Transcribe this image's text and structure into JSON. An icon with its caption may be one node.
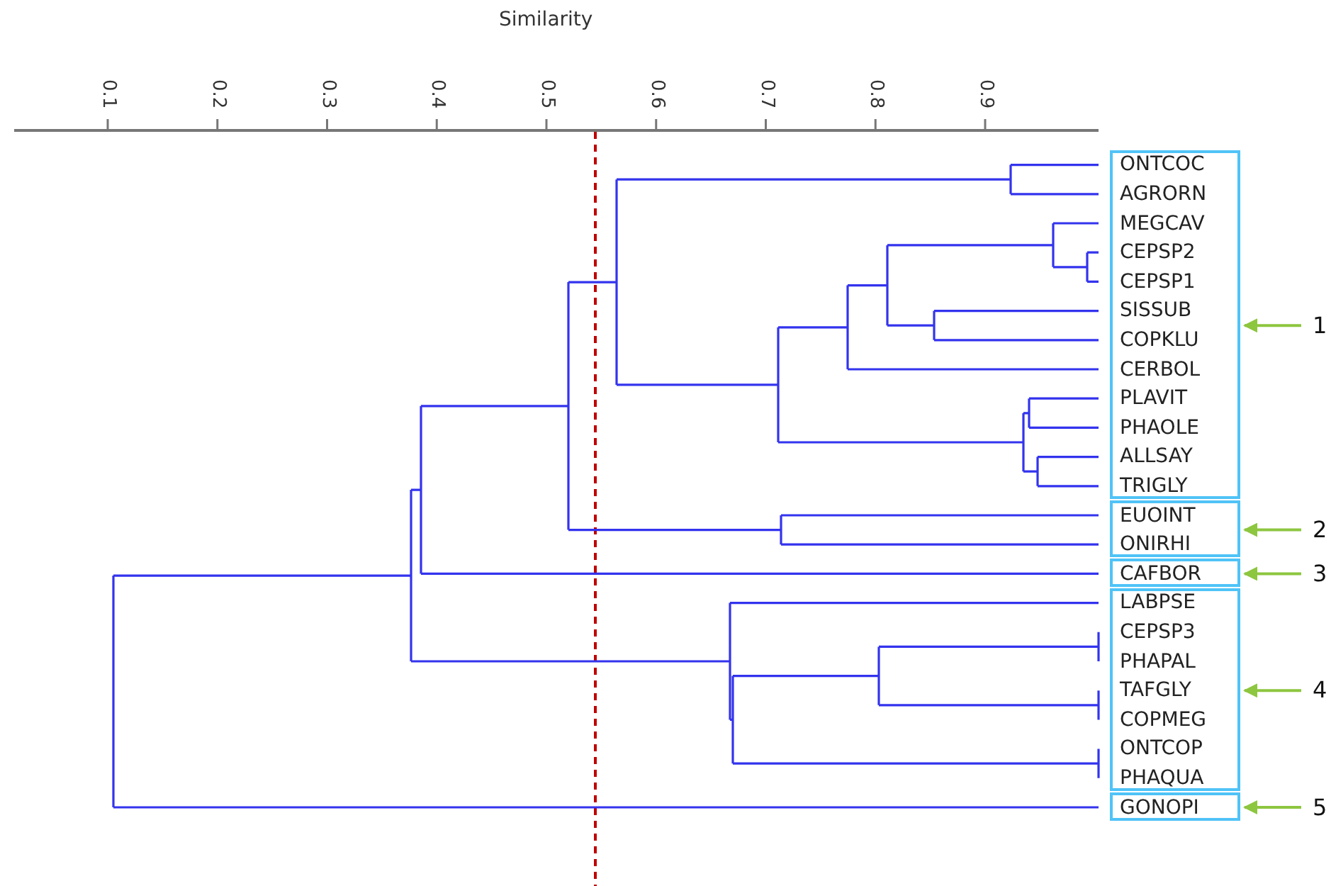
{
  "diagram": {
    "nodes": [
      {
        "text": [],
        "shape": "box"
      },
      {
        "text": [
          "ONTCOC"
        ],
        "in": 0
      },
      {
        "text": [
          "AGRORN"
        ],
        "in": 0
      },
      {
        "text": [
          "MEGCAV"
        ],
        "in": 0
      },
      {
        "text": [
          "CEPSP2"
        ],
        "in": 0
      },
      {
        "text": [
          "CEPSP1"
        ],
        "in": 0
      },
      {
        "text": [
          "SISSUB"
        ],
        "in": 0
      },
      {
        "text": [
          "COPKLU"
        ],
        "in": 0
      },
      {
        "text": [
          "CERBOL"
        ],
        "in": 0
      },
      {
        "text": [
          "PLAVIT"
        ],
        "in": 0
      },
      {
        "text": [
          "PHAOLE"
        ],
        "in": 0
      },
      {
        "text": [
          "ALLSAY"
        ],
        "in": 0
      },
      {
        "text": [
          "TRIGLY"
        ],
        "in": 0
      },
      {
        "text": [],
        "shape": "box"
      },
      {
        "text": [
          "EUOINT"
        ],
        "in": 13
      },
      {
        "text": [
          "ONIRHI"
        ],
        "in": 13
      },
      {
        "text": [],
        "shape": "box"
      },
      {
        "text": [
          "CAFBOR"
        ],
        "in": 16
      },
      {
        "text": [],
        "shape": "box"
      },
      {
        "text": [
          "LABPSE"
        ],
        "in": 18
      },
      {
        "text": [
          "CEPSP3"
        ],
        "in": 18
      },
      {
        "text": [
          "PHAPAL"
        ],
        "in": 18
      },
      {
        "text": [
          "TAFGLY"
        ],
        "in": 18
      },
      {
        "text": [
          "COPMEG"
        ],
        "in": 18
      },
      {
        "text": [
          "ONTCOP"
        ],
        "in": 18
      },
      {
        "text": [
          "PHAQUA"
        ],
        "in": 18
      },
      {
        "text": [],
        "shape": "box"
      },
      {
        "text": [
          "GONOPI"
        ],
        "in": 26
      },
      {
        "text": [
          "1"
        ]
      },
      {
        "text": [
          "2"
        ]
      },
      {
        "text": [
          "3"
        ]
      },
      {
        "text": [
          "4"
        ]
      },
      {
        "text": [
          "5"
        ]
      }
    ],
    "edges": [
      {
        "from": 28,
        "to": 0,
        "arrow": "to"
      },
      {
        "from": 29,
        "to": 13,
        "arrow": "to"
      },
      {
        "from": 30,
        "to": 16,
        "arrow": "to"
      },
      {
        "from": 31,
        "to": 18,
        "arrow": "to"
      },
      {
        "from": 32,
        "to": 26,
        "arrow": "to"
      }
    ],
    "labels": [
      "Similarity",
      "0.1",
      "0.2",
      "0.3",
      "0.4",
      "0.5",
      "0.6",
      "0.7",
      "0.8",
      "0.9"
    ]
  }
}
